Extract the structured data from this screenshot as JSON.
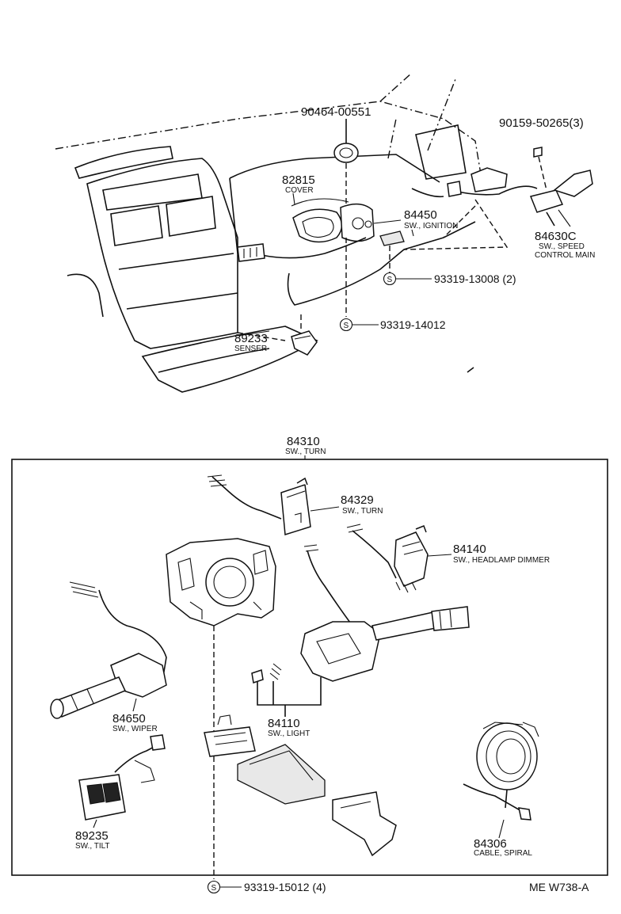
{
  "drawing_code": "ME W738-A",
  "upper": {
    "p90464": {
      "number": "90464-00551",
      "desc": ""
    },
    "p82815": {
      "number": "82815",
      "desc": "COVER"
    },
    "p84450": {
      "number": "84450",
      "desc": "SW., IGNITION"
    },
    "p90159": {
      "number": "90159-50265(3)",
      "desc": ""
    },
    "p84630": {
      "number": "84630C",
      "desc1": "SW., SPEED",
      "desc2": "CONTROL MAIN"
    },
    "p93319a": {
      "number": "93319-13008 (2)",
      "symbol": "S"
    },
    "p93319b": {
      "number": "93319-14012",
      "symbol": "S"
    },
    "p89233": {
      "number": "89233",
      "desc": "SENSER"
    }
  },
  "lower": {
    "p84310": {
      "number": "84310",
      "desc": "SW., TURN"
    },
    "p84329": {
      "number": "84329",
      "desc": "SW., TURN"
    },
    "p84140": {
      "number": "84140",
      "desc": "SW., HEADLAMP DIMMER"
    },
    "p84650": {
      "number": "84650",
      "desc": "SW., WIPER"
    },
    "p84110": {
      "number": "84110",
      "desc": "SW., LIGHT"
    },
    "p89235": {
      "number": "89235",
      "desc": "SW., TILT"
    },
    "p84306": {
      "number": "84306",
      "desc": "CABLE, SPIRAL"
    },
    "p93319c": {
      "number": "93319-15012 (4)",
      "symbol": "S"
    }
  }
}
